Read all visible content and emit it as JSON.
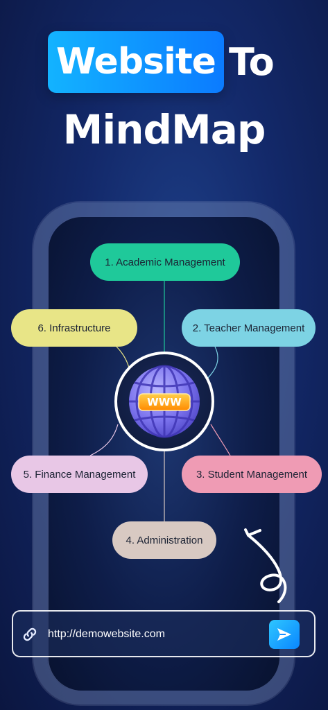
{
  "headline": {
    "highlight_word": "Website",
    "word_2": "To",
    "line_2": "MindMap",
    "highlight_color": "#0b9bff"
  },
  "mindmap": {
    "center_icon": "globe-www-icon",
    "center_label": "WWW",
    "nodes": [
      {
        "id": 1,
        "label": "1. Academic Management",
        "color": "#1fc99a"
      },
      {
        "id": 2,
        "label": "2. Teacher Management",
        "color": "#7dd3e4"
      },
      {
        "id": 3,
        "label": "3. Student Management",
        "color": "#ef9bb4"
      },
      {
        "id": 4,
        "label": "4. Administration",
        "color": "#d8c9c2"
      },
      {
        "id": 5,
        "label": "5. Finance Management",
        "color": "#e8c7e6"
      },
      {
        "id": 6,
        "label": "6. Infrastructure",
        "color": "#e8e587"
      }
    ]
  },
  "url_bar": {
    "url": "http://demowebsite.com",
    "link_icon": "link-icon",
    "send_icon": "send-icon"
  },
  "decorations": {
    "pointer_arrow": "curly-arrow-icon"
  }
}
